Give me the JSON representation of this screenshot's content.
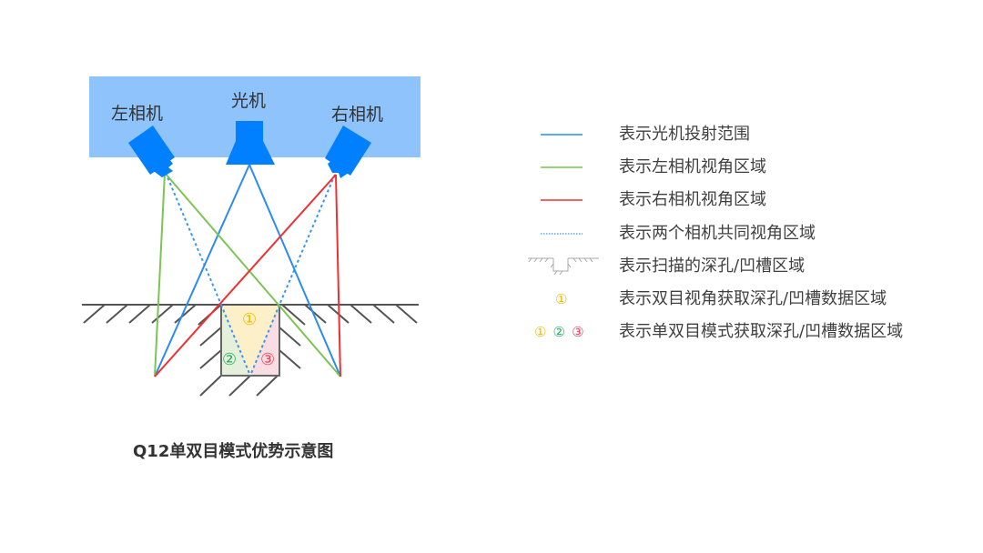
{
  "diagram": {
    "title": "Q12单双目模式优势示意图",
    "labels": {
      "left_camera": "左相机",
      "projector": "光机",
      "right_camera": "右相机"
    },
    "region_markers": {
      "region1": "①",
      "region2": "②",
      "region3": "③"
    },
    "colors": {
      "header_band": "#8ec3fb",
      "device": "#0080ff",
      "projector_line": "#2b8cf0",
      "left_camera_line": "#7cc453",
      "right_camera_line": "#f03030",
      "shared_view_line": "#3a96f5",
      "ground": "#666666",
      "region1_fill": "#fdf0c8",
      "region2_fill": "#e5efd9",
      "region3_fill": "#f9dde2",
      "region1_color": "#f5b800",
      "region2_color": "#22b060",
      "region3_color": "#e8405a"
    }
  },
  "legend": {
    "items": [
      {
        "symbol": "blue-solid-line",
        "text": "表示光机投射范围"
      },
      {
        "symbol": "green-solid-line",
        "text": "表示左相机视角区域"
      },
      {
        "symbol": "red-solid-line",
        "text": "表示右相机视角区域"
      },
      {
        "symbol": "blue-dotted-line",
        "text": "表示两个相机共同视角区域"
      },
      {
        "symbol": "groove-icon",
        "text": "表示扫描的深孔/凹槽区域"
      },
      {
        "symbol": "circle-1",
        "text": "表示双目视角获取深孔/凹槽数据区域",
        "markers": [
          "①"
        ]
      },
      {
        "symbol": "circles-1-2-3",
        "text": "表示单双目模式获取深孔/凹槽数据区域",
        "markers": [
          "①",
          "②",
          "③"
        ]
      }
    ]
  }
}
